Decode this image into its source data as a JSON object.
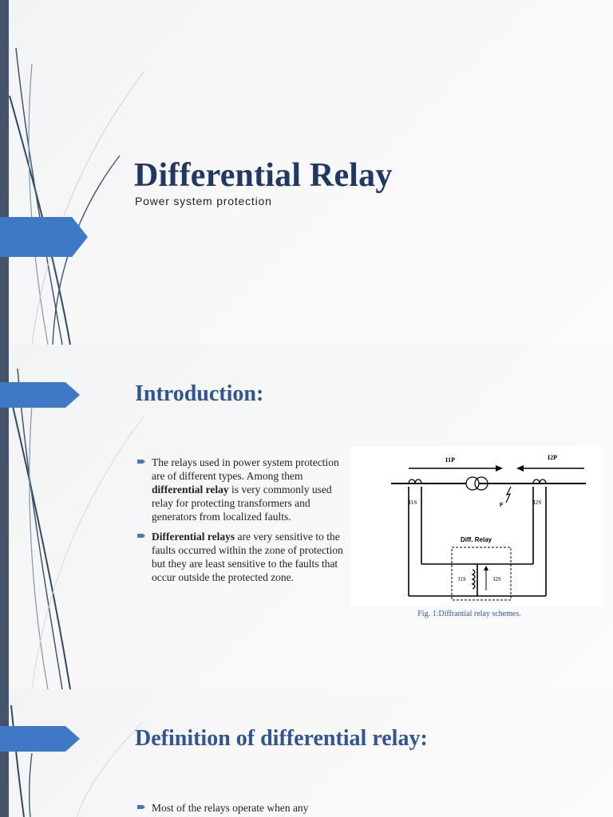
{
  "slide1": {
    "title": "Differential Relay",
    "subtitle": "Power system protection"
  },
  "slide2": {
    "title": "Introduction:",
    "bullets": [
      {
        "pre": "The relays used in power system protection are of different types. Among them ",
        "bold": "differential relay",
        "post": " is very commonly used relay for protecting transformers and generators from localized faults."
      },
      {
        "pre": "",
        "bold": "Differential relays",
        "post": " are very sensitive to the faults occurred within the zone of protection but they are least sensitive to the faults that occur outside the protected zone."
      }
    ],
    "figure": {
      "label_i1p": "I1P",
      "label_i2p": "I2P",
      "label_i1s": "I1S",
      "label_i2s": "I2S",
      "label_f": "F",
      "label_relay": "Diff. Relay",
      "label_relay_i1s": "I1S",
      "label_relay_i2s": "I2S",
      "caption": "Fig. 1:Diffrantial relay schemes."
    }
  },
  "slide3": {
    "title": "Definition of differential relay:",
    "bullets": [
      {
        "text": "Most of the relays operate when any"
      }
    ]
  },
  "colors": {
    "accent": "#3f78c5",
    "title_dark": "#1f3864",
    "title_blue": "#2f5597",
    "left_bar": "#44546a"
  }
}
